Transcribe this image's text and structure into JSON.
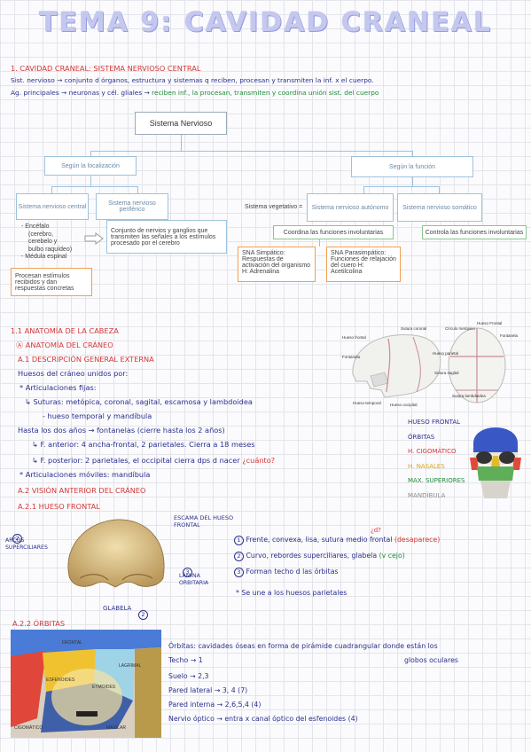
{
  "title": "TEMA 9: CAVIDAD CRANEAL",
  "intro": {
    "heading": "1. CAVIDAD CRANEAL: SISTEMA NERVIOSO CENTRAL",
    "line1": "Sist. nervioso → conjunto d órganos, estructura y sistemas q reciben, procesan y transmiten la inf. x el cuerpo.",
    "line2_prefix": "Ag. principales → neuronas y cél. gliales →",
    "line2_green": "reciben inf., la procesan, transmiten y coordina unión sist. del cuerpo"
  },
  "diagram": {
    "root": "Sistema Nervioso",
    "by_location": "Según la localización",
    "by_function": "Según la función",
    "central": "Sistema nervioso central",
    "peripheral": "Sistema nervioso periférico",
    "central_list": [
      "Encéfalo",
      "(cerebro,",
      "cerebelo y",
      "bulbo raquídeo)",
      "Médula espinal"
    ],
    "peripheral_desc": "Conjunto de nervios y ganglios que transmiten las señales a los estímulos procesado por el cerebro",
    "process_box": "Procesan estímulos recibidos y dan respuestas concretas",
    "vegetative": "Sistema vegetativo =",
    "autonomic": "Sistema nervioso autónomo",
    "somatic": "Sistema nervioso somático",
    "involuntary": "Coordina las funciones involuntarias",
    "voluntary": "Controla las funciones involuntarias",
    "sympathetic": "SNA Simpático: Respuestas de activación del organismo H: Adrenalina",
    "parasympathetic": "SNA Parasimpático: Funciones de relajación del cuero H: Acetilcolina"
  },
  "section11": {
    "heading": "1.1 ANATOMÍA DE LA CABEZA",
    "sub_a": "Ⓐ ANATOMÍA DEL CRÁNEO",
    "sub_a1": "A.1 DESCRIPCIÓN GENERAL EXTERNA",
    "l1": "Huesos del cráneo unidos por:",
    "l2": "* Articulaciones fijas:",
    "l3": "↳ Suturas: metópica, coronal, sagital, escamosa y lambdoidea",
    "l4": "- hueso temporal y mandíbula",
    "l5": "Hasta los dos años → fontanelas (cierre hasta los 2 años)",
    "l6": "↳ F. anterior: 4 ancha-frontal, 2 parietales. Cierra a 18 meses",
    "l7_a": "↳ F. posterior: 2 parietales, el occipital cierra dps d nacer",
    "l7_b": "¿cuánto?",
    "l8": "* Articulaciones móviles: mandíbula",
    "sub_a2": "A.2 VISIÓN ANTERIOR DEL CRÁNEO",
    "sub_a21": "A.2.1 HUESO FRONTAL"
  },
  "bones_legend": [
    {
      "text": "HUESO FRONTAL",
      "color": "#2a2f8e"
    },
    {
      "text": "ÓRBITAS",
      "color": "#2a2f8e"
    },
    {
      "text": "H. CIGOMÁTICO",
      "color": "#d43636"
    },
    {
      "text": "H. NASALES",
      "color": "#d9a416"
    },
    {
      "text": "MAX. SUPERIORES",
      "color": "#1f8a3a"
    },
    {
      "text": "MANDÍBULA",
      "color": "#8a8a8a"
    }
  ],
  "lateral_skull_labels": [
    "Hueso frontal",
    "Fontanela",
    "Hueso parietal",
    "Hueso temporal",
    "Sutura coronal",
    "Sutura sagital",
    "Sutura lambdoidea",
    "Hueso occipital",
    "Círculo metópico",
    "Hueso Frontal",
    "Fontanela"
  ],
  "frontal": {
    "escama": "ESCAMA DEL HUESO FRONTAL",
    "arcos": "ARCOS SUPERCILIARES",
    "lamina": "LÁMINA ORBITARIA",
    "glabela": "GLABELA",
    "n1": "1",
    "n2": "2",
    "n3": "3",
    "p1_a": "Frente, convexa, lisa, sutura medio frontal",
    "p1_b": "(desaparece)",
    "p1_q": "¿d?",
    "p2": "Curvo, rebordes superciliares, glabela",
    "p2_b": "(ⅴ cejo)",
    "p3": "Forman techo d las órbitas",
    "p4": "* Se une a los huesos parietales"
  },
  "orbits": {
    "heading": "A.2.2 ÓRBITAS",
    "desc_a": "Órbitas: cavidades óseas en forma de pirámide cuadrangular donde están los",
    "desc_b": "globos oculares",
    "techo": "Techo → 1",
    "suelo": "Suelo → 2,3",
    "pared_lateral": "Pared lateral → 3, 4 (7)",
    "pared_interna": "Pared interna → 2,6,5,4 (4)",
    "nervio": "Nervio óptico → entra x canal óptico del esfenoides (4)",
    "img_labels": [
      "FRONTAL",
      "LAGRIMAL",
      "ESFENOIDES",
      "ETMOIDES",
      "CIGOMÁTICO",
      "MAXILAR"
    ]
  }
}
